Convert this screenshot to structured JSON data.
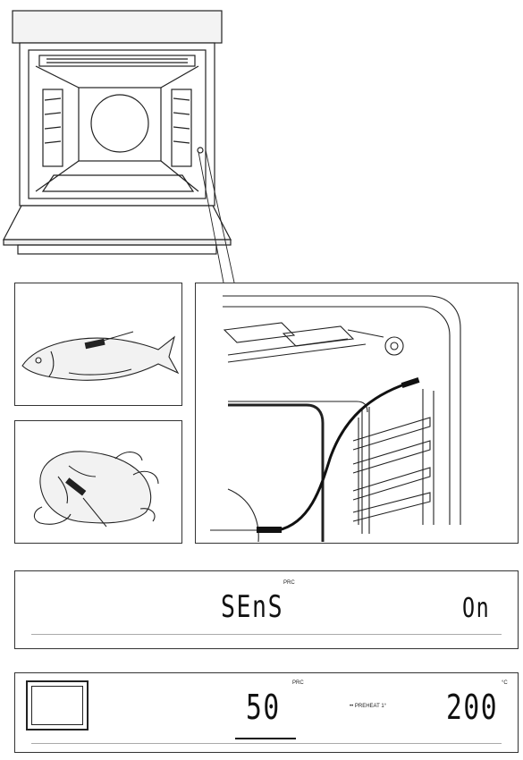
{
  "display_sensor": {
    "unit_small": "PRC",
    "main": "SEnS",
    "state": "On"
  },
  "display_cooking": {
    "unit_small": "PRC",
    "value": "50",
    "program_label": "•• PREHEAT 1°",
    "temp_unit": "°C",
    "temperature": "200"
  },
  "icons": [
    "oven-icon",
    "probe-icon",
    "fish-icon",
    "chicken-icon"
  ]
}
